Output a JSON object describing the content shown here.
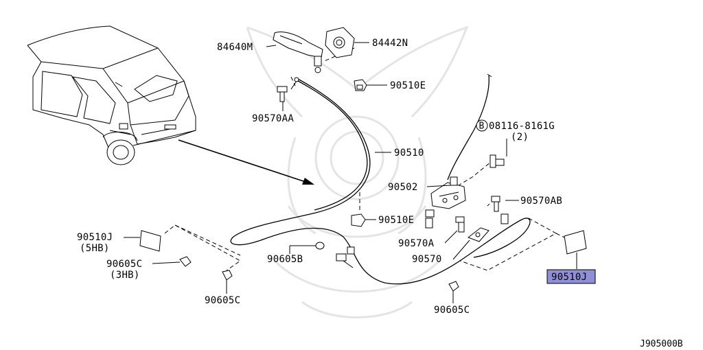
{
  "accent_color": "#8f8fd6",
  "labels": {
    "p84640M": "84640M",
    "p84442N": "84442N",
    "p90510E_top": "90510E",
    "p90570AA": "90570AA",
    "bolt_code": "08116-8161G",
    "bolt_qty": "(2)",
    "bolt_circle": "B",
    "p90510": "90510",
    "p90502": "90502",
    "p90570AB": "90570AB",
    "p90510E_mid": "90510E",
    "p90510J_left": "90510J",
    "p5HB": "(5HB)",
    "p90605C_left": "90605C",
    "p3HB": "(3HB)",
    "p90605B": "90605B",
    "p90570A": "90570A",
    "p90570": "90570",
    "p90605C_bottom_left": "90605C",
    "p90605C_bottom_right": "90605C",
    "p90510J_right": "90510J",
    "diagram_code": "J905000B"
  }
}
